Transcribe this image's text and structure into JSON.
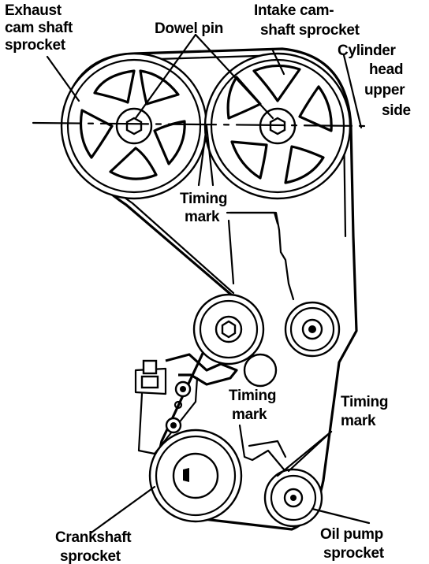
{
  "labels": {
    "exhaust_line1": "Exhaust",
    "exhaust_line2": "cam shaft",
    "exhaust_line3": "sprocket",
    "dowel_pin": "Dowel pin",
    "intake_line1": "Intake cam-",
    "intake_line2": "shaft sprocket",
    "cylinder_line1": "Cylinder",
    "cylinder_line2": "head",
    "cylinder_line3": "upper",
    "cylinder_line4": "side",
    "timing_mark_top_line1": "Timing",
    "timing_mark_top_line2": "mark",
    "timing_mark_mid_line1": "Timing",
    "timing_mark_mid_line2": "mark",
    "timing_mark_right_line1": "Timing",
    "timing_mark_right_line2": "mark",
    "crankshaft_line1": "Crankshaft",
    "crankshaft_line2": "sprocket",
    "oil_pump_line1": "Oil pump",
    "oil_pump_line2": "sprocket"
  }
}
